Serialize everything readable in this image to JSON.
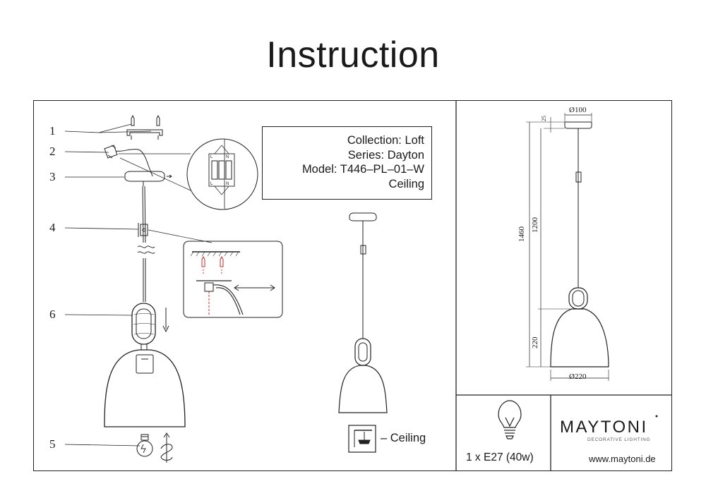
{
  "title": "Instruction",
  "info": {
    "collection": "Collection: Loft",
    "series": "Series: Dayton",
    "model": "Model: T446–PL–01–W",
    "mount": "Ceiling"
  },
  "callouts": [
    "1",
    "2",
    "3",
    "4",
    "6",
    "5"
  ],
  "ceiling_legend": "– Ceiling",
  "dimensions": {
    "canopy_diameter": "Ø100",
    "canopy_height": "25",
    "cord_length": "1200",
    "total_height": "1460",
    "shade_height": "220",
    "shade_diameter": "Ø220"
  },
  "bulb": "1 x E27 (40w)",
  "brand": {
    "name": "MAYTONI",
    "tagline": "DECORATIVE LIGHTING",
    "website": "www.maytoni.de"
  },
  "colors": {
    "line": "#222222",
    "accent": "#cc2a2a"
  }
}
